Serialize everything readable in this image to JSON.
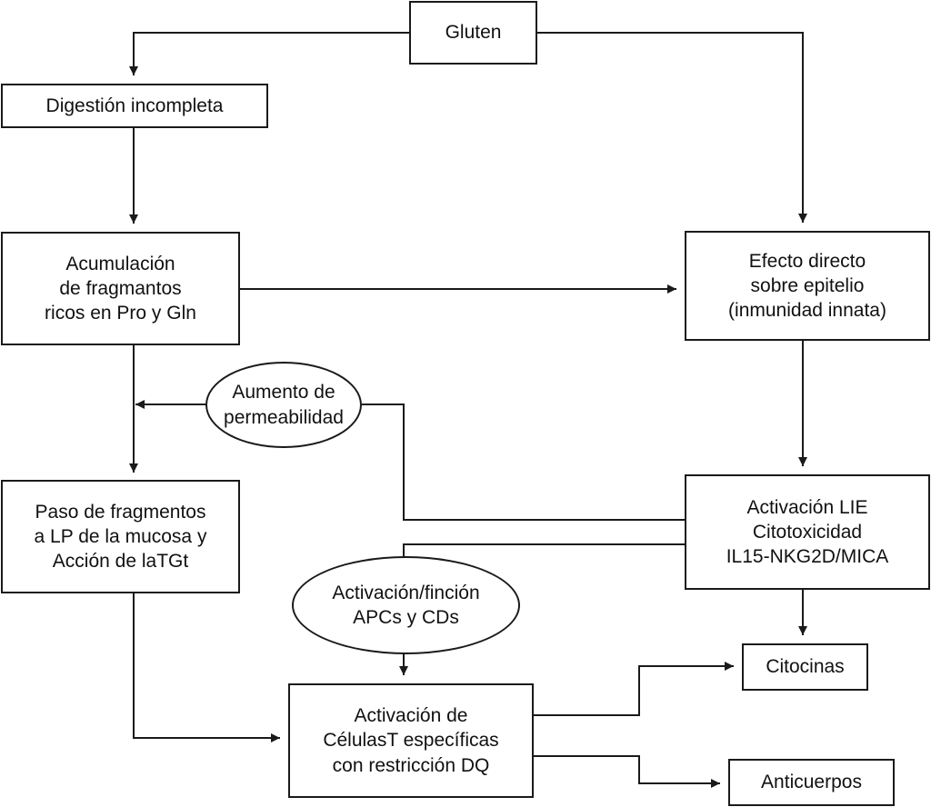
{
  "nodes": {
    "gluten": [
      "Gluten"
    ],
    "digestion": [
      "Digestión incompleta"
    ],
    "acumulacion": [
      "Acumulación",
      "de fragmantos",
      "ricos en Pro y Gln"
    ],
    "efecto": [
      "Efecto directo",
      "sobre epitelio",
      "(inmunidad innata)"
    ],
    "aumento": [
      "Aumento de",
      "permeabilidad"
    ],
    "paso": [
      "Paso de fragmentos",
      "a LP de la mucosa y",
      "Acción de laTGt"
    ],
    "activacion_lie": [
      "Activación LIE",
      "Citotoxicidad",
      "IL15-NKG2D/MICA"
    ],
    "activacion_apc": [
      "Activación/finción",
      "APCs y CDs"
    ],
    "citocinas": [
      "Citocinas"
    ],
    "activacion_t": [
      "Activación de",
      "CélulasT específicas",
      "con restricción DQ"
    ],
    "anticuerpos": [
      "Anticuerpos"
    ]
  },
  "edges": [
    {
      "from": "gluten",
      "to": "digestion"
    },
    {
      "from": "gluten",
      "to": "efecto"
    },
    {
      "from": "digestion",
      "to": "acumulacion"
    },
    {
      "from": "acumulacion",
      "to": "efecto"
    },
    {
      "from": "acumulacion",
      "to": "paso"
    },
    {
      "from": "aumento",
      "to": "acumulacion-paso-line"
    },
    {
      "from": "activacion_lie",
      "to": "aumento"
    },
    {
      "from": "efecto",
      "to": "activacion_lie"
    },
    {
      "from": "activacion_lie",
      "to": "activacion_apc"
    },
    {
      "from": "activacion_lie",
      "to": "citocinas"
    },
    {
      "from": "activacion_apc",
      "to": "activacion_t"
    },
    {
      "from": "paso",
      "to": "activacion_t"
    },
    {
      "from": "activacion_t",
      "to": "citocinas"
    },
    {
      "from": "activacion_t",
      "to": "anticuerpos"
    }
  ]
}
